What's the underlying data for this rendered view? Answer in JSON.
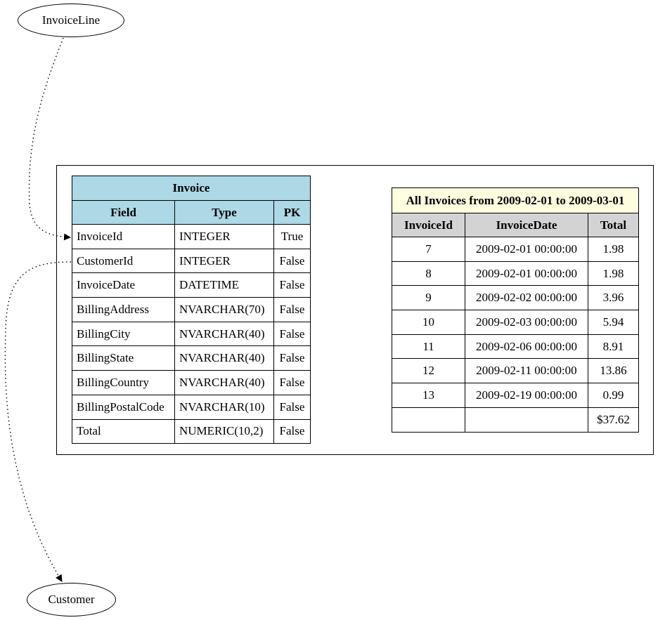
{
  "nodes": {
    "invoiceline": "InvoiceLine",
    "customer": "Customer"
  },
  "invoice_table": {
    "title": "Invoice",
    "headers": [
      "Field",
      "Type",
      "PK"
    ],
    "rows": [
      [
        "InvoiceId",
        "INTEGER",
        "True"
      ],
      [
        "CustomerId",
        "INTEGER",
        "False"
      ],
      [
        "InvoiceDate",
        "DATETIME",
        "False"
      ],
      [
        "BillingAddress",
        "NVARCHAR(70)",
        "False"
      ],
      [
        "BillingCity",
        "NVARCHAR(40)",
        "False"
      ],
      [
        "BillingState",
        "NVARCHAR(40)",
        "False"
      ],
      [
        "BillingCountry",
        "NVARCHAR(40)",
        "False"
      ],
      [
        "BillingPostalCode",
        "NVARCHAR(10)",
        "False"
      ],
      [
        "Total",
        "NUMERIC(10,2)",
        "False"
      ]
    ]
  },
  "results_table": {
    "title": "All Invoices from 2009-02-01 to 2009-03-01",
    "headers": [
      "InvoiceId",
      "InvoiceDate",
      "Total"
    ],
    "rows": [
      [
        "7",
        "2009-02-01 00:00:00",
        "1.98"
      ],
      [
        "8",
        "2009-02-01 00:00:00",
        "1.98"
      ],
      [
        "9",
        "2009-02-02 00:00:00",
        "3.96"
      ],
      [
        "10",
        "2009-02-03 00:00:00",
        "5.94"
      ],
      [
        "11",
        "2009-02-06 00:00:00",
        "8.91"
      ],
      [
        "12",
        "2009-02-11 00:00:00",
        "13.86"
      ],
      [
        "13",
        "2009-02-19 00:00:00",
        "0.99"
      ],
      [
        "",
        "",
        "$37.62"
      ]
    ]
  },
  "edges": [
    {
      "from": "InvoiceLine",
      "to": "InvoiceId",
      "style": "dotted"
    },
    {
      "from": "CustomerId",
      "to": "Customer",
      "style": "dotted"
    }
  ]
}
